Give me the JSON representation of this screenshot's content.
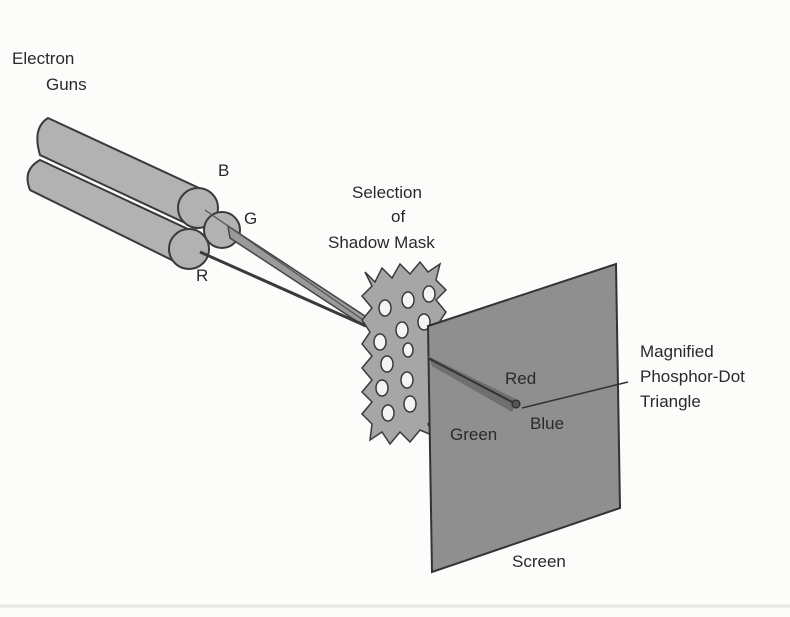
{
  "labels": {
    "electron_guns": [
      "Electron",
      "Guns"
    ],
    "gun_b": "B",
    "gun_g": "G",
    "gun_r": "R",
    "shadow_mask": [
      "Selection",
      "of",
      "Shadow Mask"
    ],
    "phosphor": [
      "Magnified",
      "Phosphor-Dot",
      "Triangle"
    ],
    "red": "Red",
    "green": "Green",
    "blue": "Blue",
    "screen": "Screen"
  },
  "colors": {
    "fill": "#a9a9a9",
    "screen": "#8f8f8f",
    "stroke": "#3a3a3a"
  }
}
